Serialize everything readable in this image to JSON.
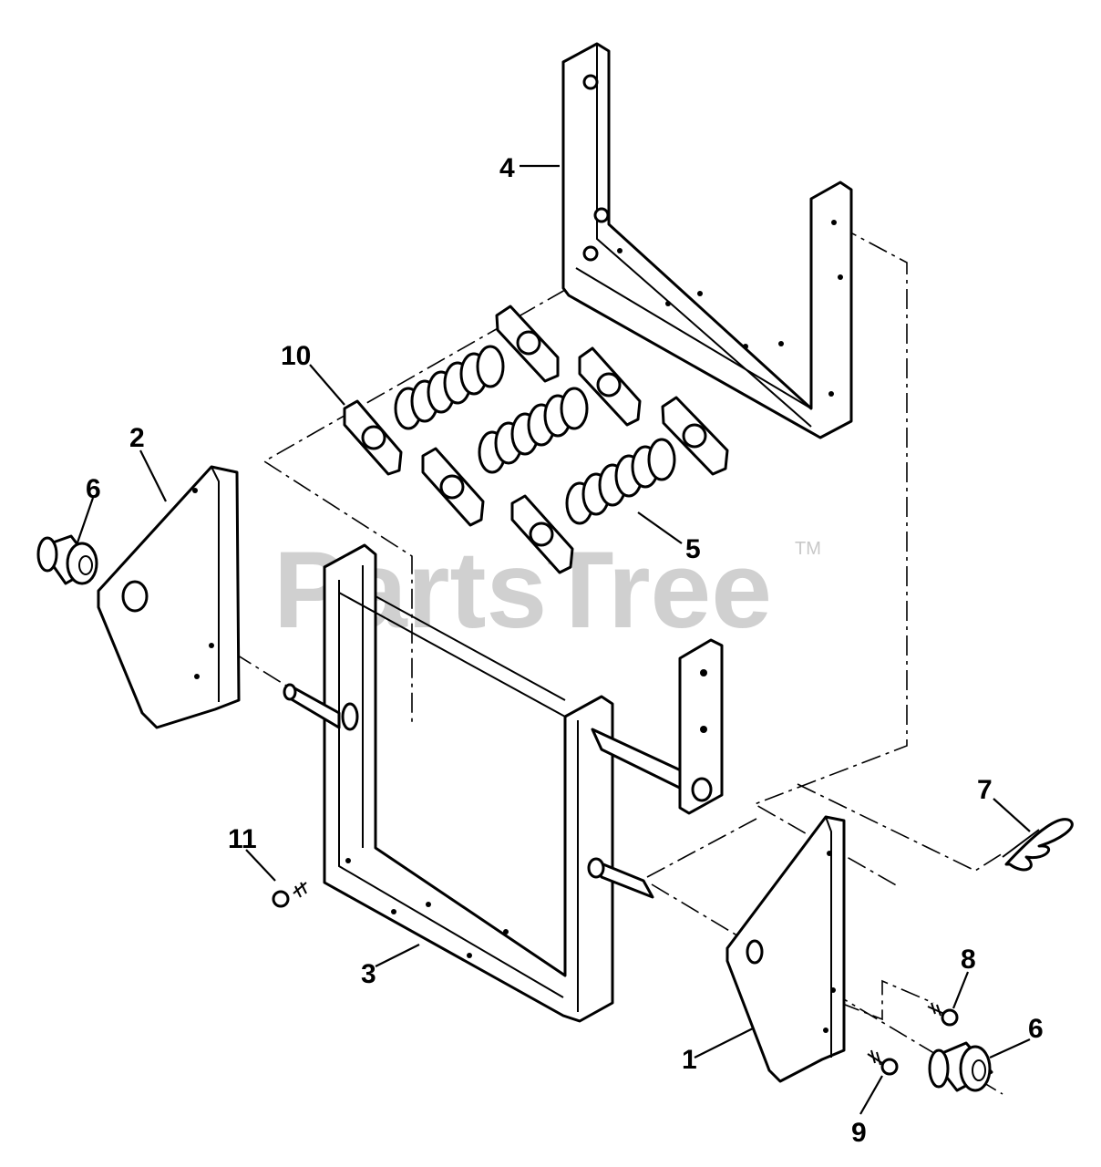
{
  "diagram": {
    "callouts": [
      {
        "key": "c1",
        "label": "1"
      },
      {
        "key": "c2",
        "label": "2"
      },
      {
        "key": "c3",
        "label": "3"
      },
      {
        "key": "c4",
        "label": "4"
      },
      {
        "key": "c5",
        "label": "5"
      },
      {
        "key": "c6a",
        "label": "6"
      },
      {
        "key": "c6b",
        "label": "6"
      },
      {
        "key": "c7",
        "label": "7"
      },
      {
        "key": "c8",
        "label": "8"
      },
      {
        "key": "c9",
        "label": "9"
      },
      {
        "key": "c10",
        "label": "10"
      },
      {
        "key": "c11",
        "label": "11"
      }
    ]
  },
  "watermark": {
    "text": "PartsTree",
    "trademark": "TM"
  }
}
